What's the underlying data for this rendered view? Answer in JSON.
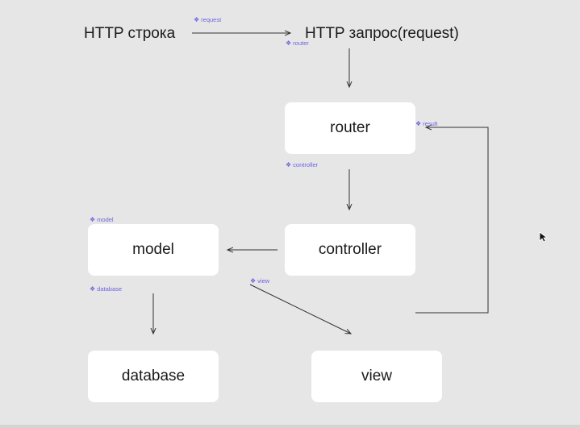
{
  "texts": {
    "http_line": "HTTP строка",
    "http_request": "HTTP запрос(request)"
  },
  "nodes": {
    "router": "router",
    "controller": "controller",
    "model": "model",
    "database": "database",
    "view": "view"
  },
  "edge_labels": {
    "request": "request",
    "router": "router",
    "result": "result",
    "controller": "controller",
    "model": "model",
    "database": "database",
    "view": "view"
  },
  "colors": {
    "background": "#e6e6e6",
    "node_fill": "#ffffff",
    "edge": "#333333",
    "tag": "#6d62e0"
  },
  "icons": {
    "tag_icon": "component-diamond-icon",
    "pointer": "mouse-pointer-icon"
  }
}
